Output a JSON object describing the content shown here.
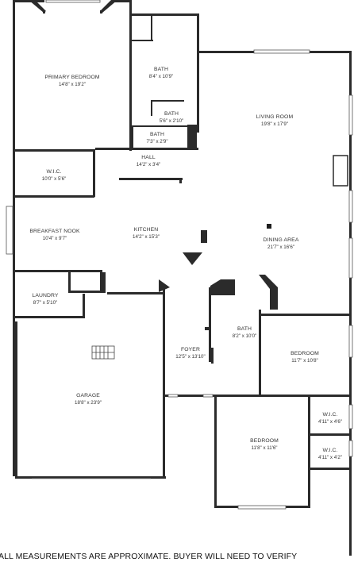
{
  "rooms": [
    {
      "id": "primary-bedroom",
      "name": "PRIMARY BEDROOM",
      "dims": "14'8\" x 19'2\""
    },
    {
      "id": "bath-primary",
      "name": "BATH",
      "dims": "8'4\" x 10'9\""
    },
    {
      "id": "bath-small",
      "name": "BATH",
      "dims": "5'6\" x 2'10\""
    },
    {
      "id": "bath-hall",
      "name": "BATH",
      "dims": "7'3\" x 2'9\""
    },
    {
      "id": "hall",
      "name": "HALL",
      "dims": "14'2\" x 3'4\""
    },
    {
      "id": "wic-primary",
      "name": "W.I.C.",
      "dims": "10'0\" x 5'6\""
    },
    {
      "id": "living-room",
      "name": "LIVING ROOM",
      "dims": "19'8\" x 17'9\""
    },
    {
      "id": "breakfast-nook",
      "name": "BREAKFAST NOOK",
      "dims": "10'4\" x 9'7\""
    },
    {
      "id": "kitchen",
      "name": "KITCHEN",
      "dims": "14'2\" x 15'3\""
    },
    {
      "id": "dining-area",
      "name": "DINING AREA",
      "dims": "21'7\" x 16'6\""
    },
    {
      "id": "laundry",
      "name": "LAUNDRY",
      "dims": "8'7\" x 5'10\""
    },
    {
      "id": "bath-center",
      "name": "BATH",
      "dims": "8'2\" x 10'0\""
    },
    {
      "id": "foyer",
      "name": "FOYER",
      "dims": "12'5\" x 13'10\""
    },
    {
      "id": "bedroom-east",
      "name": "BEDROOM",
      "dims": "11'7\" x 10'8\""
    },
    {
      "id": "garage",
      "name": "GARAGE",
      "dims": "18'8\" x 23'9\""
    },
    {
      "id": "wic-upper",
      "name": "W.I.C.",
      "dims": "4'11\" x 4'6\""
    },
    {
      "id": "bedroom-south",
      "name": "BEDROOM",
      "dims": "11'8\" x 11'6\""
    },
    {
      "id": "wic-lower",
      "name": "W.I.C.",
      "dims": "4'11\" x 4'2\""
    }
  ],
  "disclaimer": "ALL MEASUREMENTS ARE APPROXIMATE. BUYER WILL NEED TO VERIFY"
}
